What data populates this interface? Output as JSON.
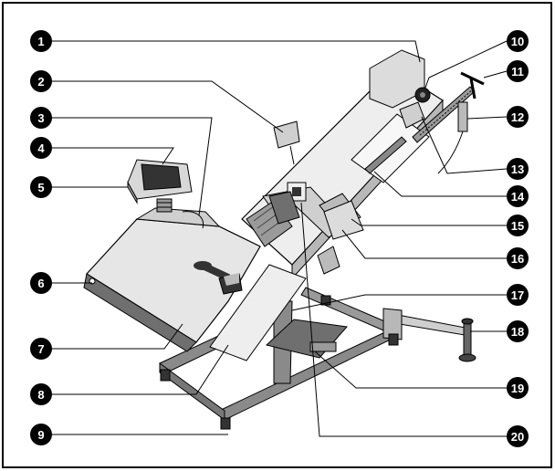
{
  "diagram": {
    "colors": {
      "background": "#ffffff",
      "border": "#000000",
      "line": "#000000",
      "callout_fill": "#000000",
      "callout_text": "#ffffff",
      "frame_dark": "#6f6f6f",
      "panel_light": "#eeeeee",
      "panel_mid": "#d2d2d2",
      "panel_dark": "#9a9a9a"
    },
    "callouts": [
      {
        "label": "1"
      },
      {
        "label": "2"
      },
      {
        "label": "3"
      },
      {
        "label": "4"
      },
      {
        "label": "5"
      },
      {
        "label": "6"
      },
      {
        "label": "7"
      },
      {
        "label": "8"
      },
      {
        "label": "9"
      },
      {
        "label": "10"
      },
      {
        "label": "11"
      },
      {
        "label": "12"
      },
      {
        "label": "13"
      },
      {
        "label": "14"
      },
      {
        "label": "15"
      },
      {
        "label": "16"
      },
      {
        "label": "17"
      },
      {
        "label": "18"
      },
      {
        "label": "19"
      },
      {
        "label": "20"
      }
    ]
  }
}
